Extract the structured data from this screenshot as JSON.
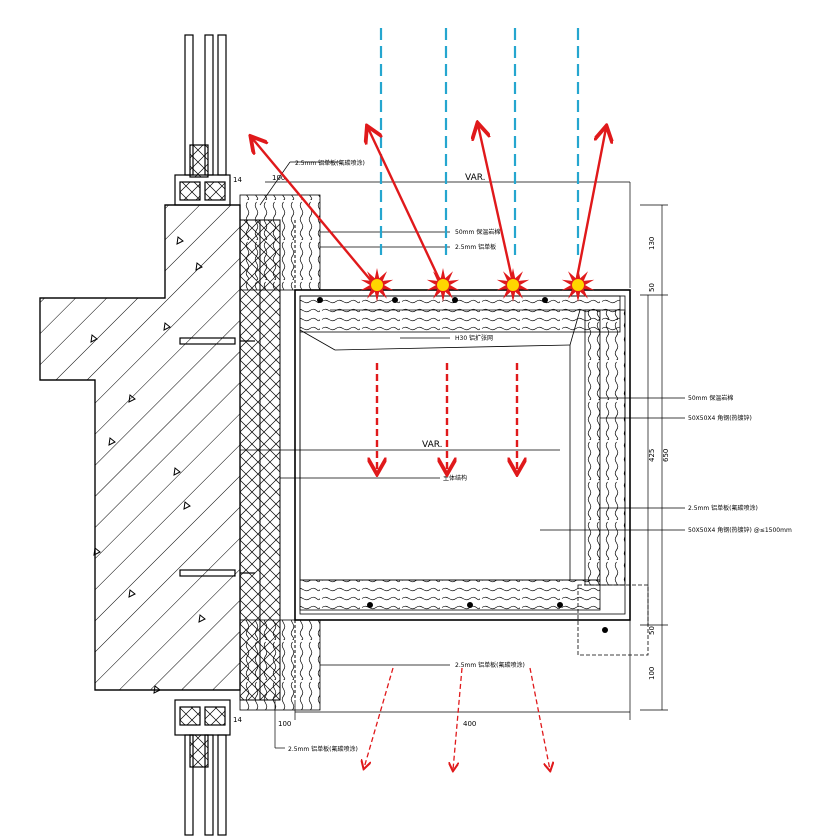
{
  "labels": {
    "top_leader": "2.5mm 铝单板(氟碳喷涂)",
    "panel_50": "50mm 保温岩棉",
    "panel_25": "2.5mm 铝单板",
    "mid_inner": "H30 铝扩张网",
    "right_50": "50mm 保温岩棉",
    "right_tube": "50X50X4 角钢(热镀锌)",
    "right_alu": "2.5mm 铝单板(氟碳喷涂)",
    "right_tube2": "50X50X4 角钢(热镀锌) @≤1500mm",
    "bottom_25": "2.5mm 铝单板(氟碳喷涂)",
    "bottom_leader": "2.5mm 铝单板(氟碳喷涂)",
    "center_note": "主体结构"
  },
  "dims": {
    "top_var": "VAR.",
    "mid_var": "VAR.",
    "top_small": "100",
    "left_14_top": "14",
    "left_14_bot": "14",
    "bot_100": "100",
    "bot_400": "400",
    "r_130": "130",
    "r_50a": "50",
    "r_425": "425",
    "r_650": "650",
    "r_50b": "50",
    "r_100": "100"
  },
  "colors": {
    "line": "#000000",
    "red_arrow": "#e0191b",
    "dash_blue": "#25a6cf",
    "burst_fill": "#e0191b",
    "burst_core": "#ffd500",
    "background": "#ffffff"
  }
}
